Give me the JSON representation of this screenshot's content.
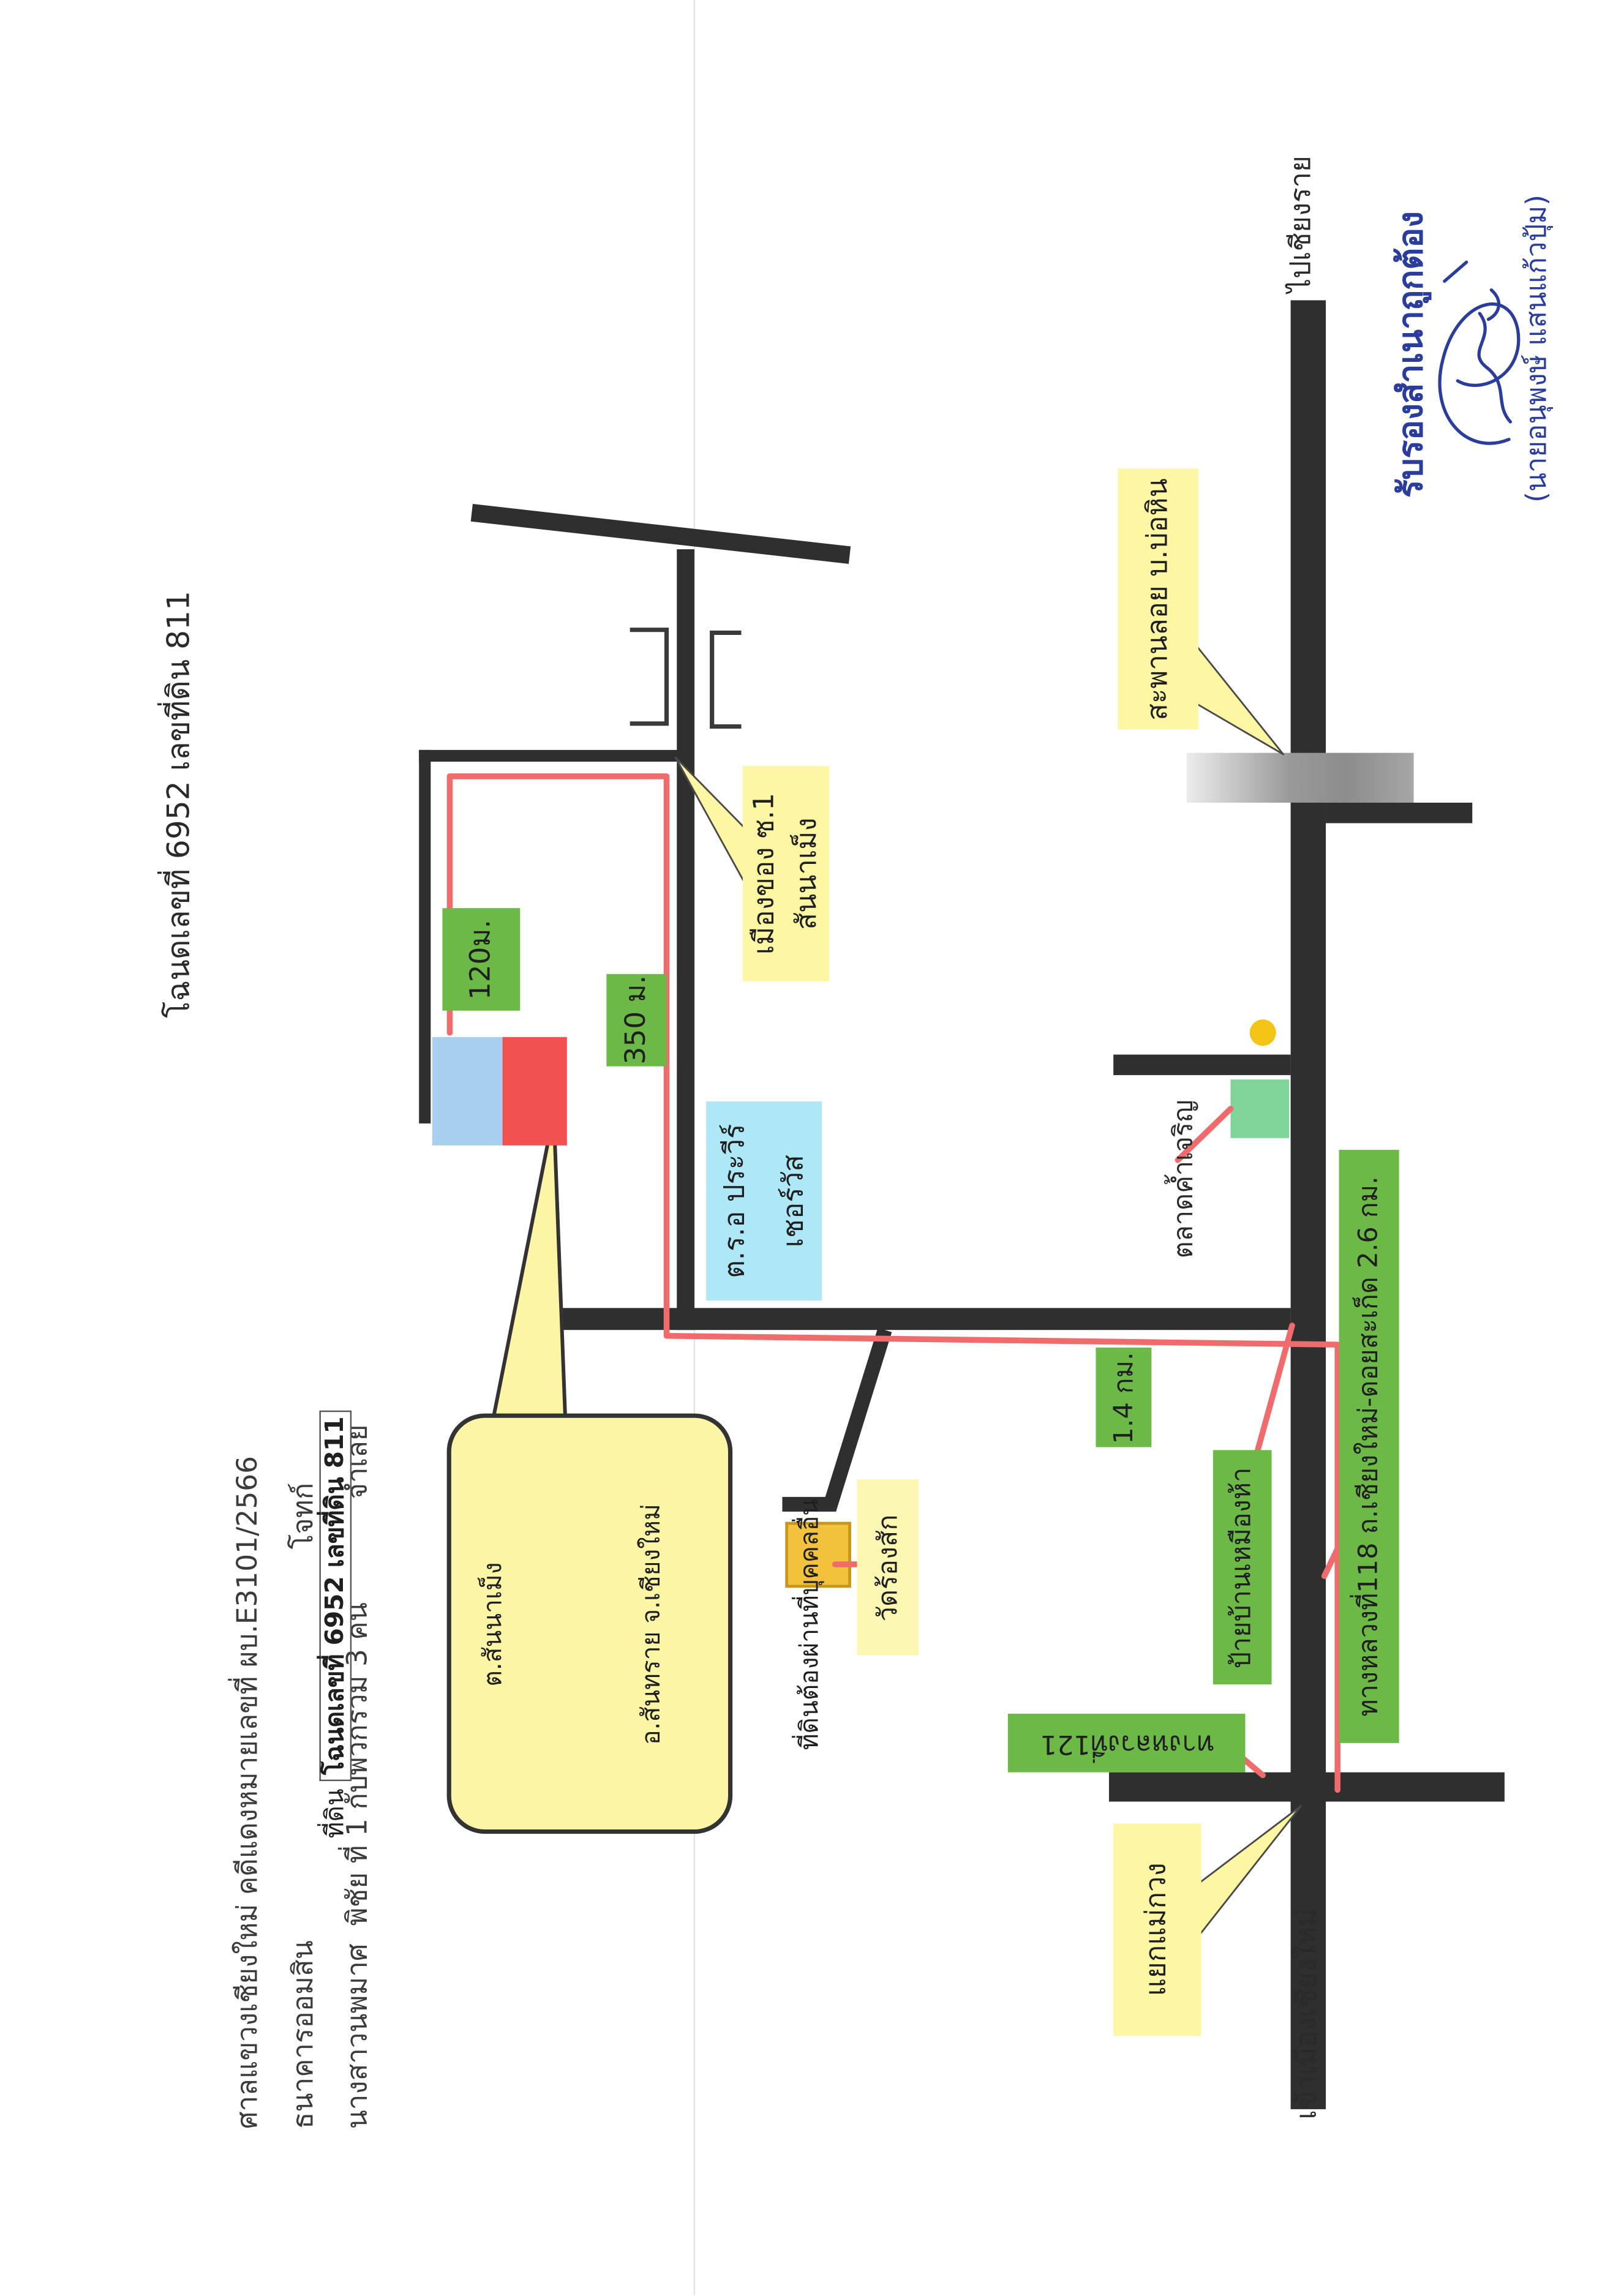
{
  "header": {
    "court_line": "ศาลแขวงเชียงใหม่ คดีแดงหมายเลขที่ ผบ.E3101/2566",
    "plaintiff_name": "ธนาคารออมสิน",
    "plaintiff_role": "โจทก์",
    "defendant_name": "นางสาวนพมาศ  พิชัย ที่ 1 กับพวกรวม 3 คน",
    "defendant_role": "จำเลย"
  },
  "map_title": "โฉนดเลขที่ 6952 เลขที่ดิน 811",
  "certification": {
    "text": "รับรองสำเนาถูกต้อง",
    "signer": "(นายอนุพงษ์ แสนแก้วปุ้ม)"
  },
  "directions": {
    "to_chiang_rai": "ไปเชียงราย",
    "into_chiang_mai": "เข้าเมืองเชียงใหม่"
  },
  "labels": {
    "distance_120": "120ม.",
    "distance_350": "350 ม.",
    "distance_1_4": "1.4 กม.",
    "soi": [
      "เมืองของ ซ.1",
      "สันนาเม็ง"
    ],
    "resident": [
      "ต.ร.อ ประวีร์",
      "เชอร์วัส"
    ],
    "temple": "วัดร้องสัก",
    "sign": "ป้ายบ้านเหมืองห้า",
    "market": "ตลาดค้ำเจริญ",
    "highway_118": "ทางหลวงที่118 ถ.เชียงใหม่-ดอยสะเก็ด 2.6 กม.",
    "highway_121": "ทางหลวงที่121",
    "overpass": "สะพานลอย บ.บ่อหิน",
    "junction": "แยกแม่กวง"
  },
  "parcel_callout": {
    "prefix": "ที่ดิน ",
    "deed": "โฉนดเลขที่ 6952 เลขที่ดิน 811",
    "subdistrict": "ต.สันนาเม็ง",
    "district": "อ.สันทราย จ.เชียงใหม่",
    "note": "ที่ดินต้องผ่านที่บุคคลอื่น"
  },
  "colors": {
    "road": "#2f2f2f",
    "route": "#f06b6b",
    "label_green": "#6cb947",
    "label_yellow": "#fdf7a4",
    "callout_yellow": "#fdf5a6",
    "label_cyan": "#aee8f7",
    "parcel_red": "#f2524f",
    "parcel_blue": "#a9cfee",
    "certify_blue": "#2a3c9c",
    "temple_gold": "#f2c23c",
    "temple_yellow": "#fbf7b3",
    "marker_gold": "#f3c316",
    "market_green": "#7fd49a"
  }
}
